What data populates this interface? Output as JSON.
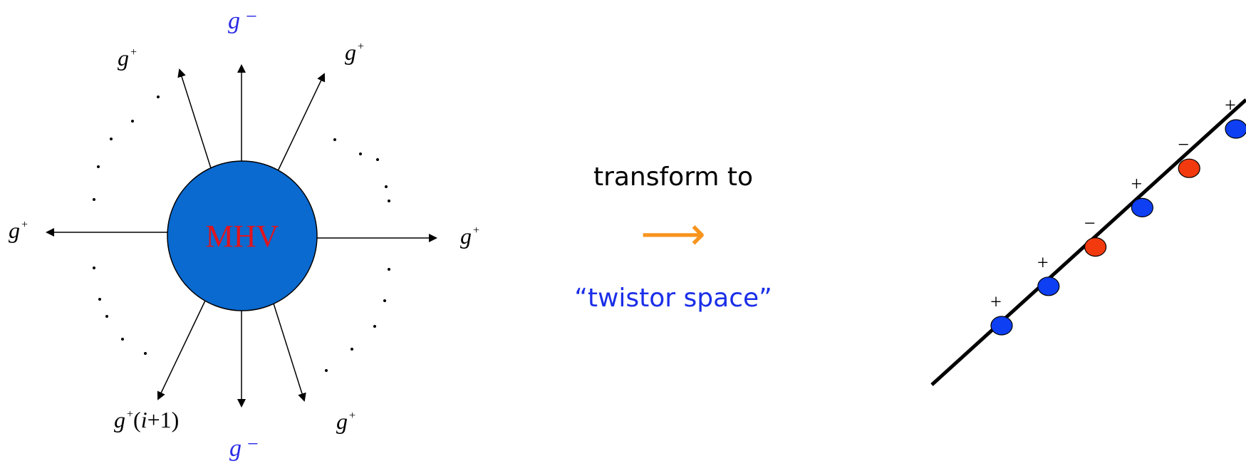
{
  "center_blob": {
    "label": "MHV"
  },
  "gluon_labels": {
    "top": {
      "base": "g",
      "sup": "−"
    },
    "top_left": {
      "base": "g",
      "sup": "+"
    },
    "top_right": {
      "base": "g",
      "sup": "+"
    },
    "left": {
      "base": "g",
      "sup": "+"
    },
    "right": {
      "base": "g",
      "sup": "+"
    },
    "bottom_left": {
      "base": "g",
      "sup": "+",
      "suffix_open": "(",
      "suffix_var": "i",
      "suffix_rest": "+1)"
    },
    "bottom_right": {
      "base": "g",
      "sup": "+"
    },
    "bottom": {
      "base": "g",
      "sup": "−"
    }
  },
  "transform": {
    "label": "transform to",
    "arrow": "⟶",
    "target": "“twistor space”"
  },
  "twistor_line": {
    "points": [
      {
        "sign": "+",
        "helicity": "plus"
      },
      {
        "sign": "+",
        "helicity": "plus"
      },
      {
        "sign": "−",
        "helicity": "minus"
      },
      {
        "sign": "+",
        "helicity": "plus"
      },
      {
        "sign": "−",
        "helicity": "minus"
      },
      {
        "sign": "+",
        "helicity": "plus"
      }
    ]
  },
  "colors": {
    "blob_fill": "#0a6ad0",
    "mhv_text": "#e0141e",
    "minus_label": "#2a2ae6",
    "arrow_orange": "#f7941d",
    "twistor_blue": "#1a2ee8",
    "point_plus": "#0e3ff2",
    "point_minus": "#f23a0e",
    "line": "#000000"
  }
}
